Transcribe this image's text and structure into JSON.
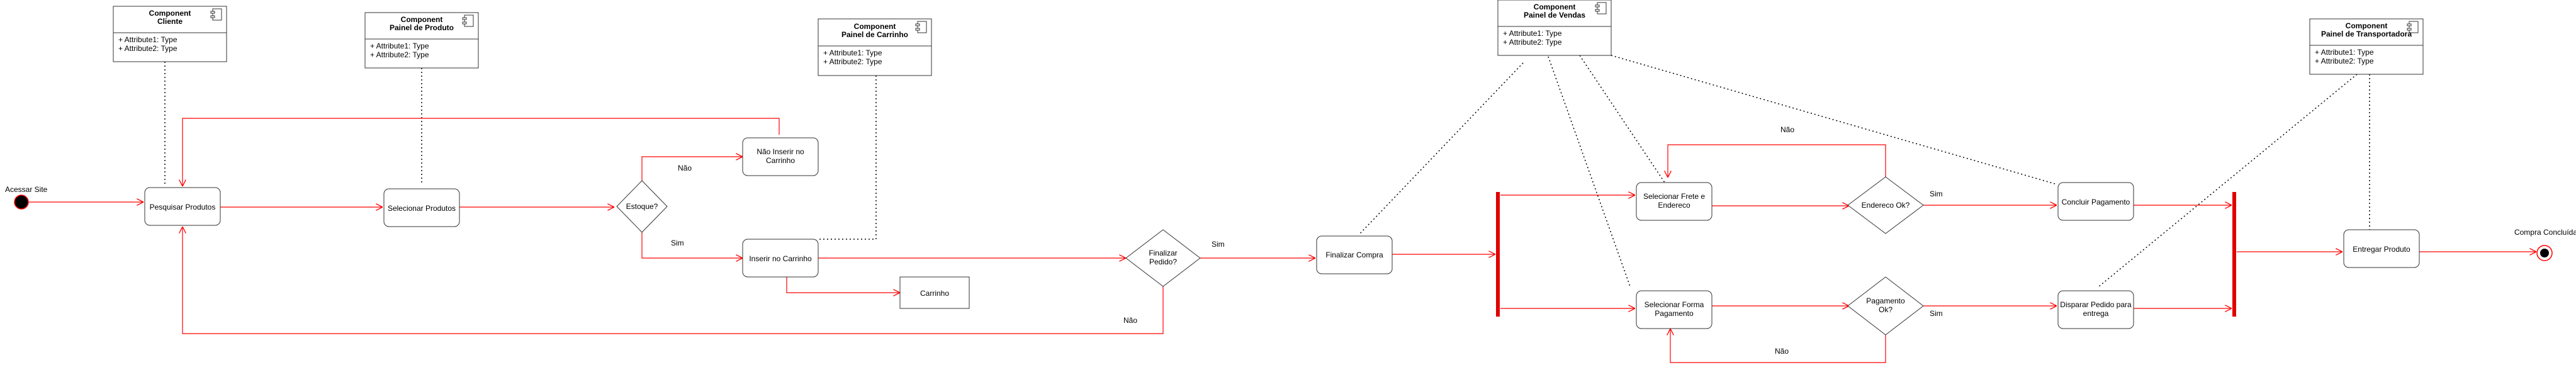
{
  "components": [
    {
      "id": "cliente",
      "kind": "Component",
      "name": "Cliente",
      "attrs": [
        "+ Attribute1: Type",
        "+ Attribute2: Type"
      ]
    },
    {
      "id": "produto",
      "kind": "Component",
      "name": "Painel de Produto",
      "attrs": [
        "+ Attribute1: Type",
        "+ Attribute2: Type"
      ]
    },
    {
      "id": "carrinho",
      "kind": "Component",
      "name": "Painel de Carrinho",
      "attrs": [
        "+ Attribute1: Type",
        "+ Attribute2: Type"
      ]
    },
    {
      "id": "vendas",
      "kind": "Component",
      "name": "Painel de Vendas",
      "attrs": [
        "+ Attribute1: Type",
        "+ Attribute2: Type"
      ]
    },
    {
      "id": "transp",
      "kind": "Component",
      "name": "Painel de Transportadora",
      "attrs": [
        "+ Attribute1: Type",
        "+ Attribute2: Type"
      ]
    }
  ],
  "start": {
    "label": "Acessar Site"
  },
  "end": {
    "label": "Compra Concluída"
  },
  "activities": [
    {
      "id": "pesquisar",
      "label": [
        "Pesquisar Produtos"
      ]
    },
    {
      "id": "selecionar",
      "label": [
        "Selecionar Produtos"
      ]
    },
    {
      "id": "nao_inserir",
      "label": [
        "Não Inserir no",
        "Carrinho"
      ]
    },
    {
      "id": "inserir",
      "label": [
        "Inserir no Carrinho"
      ]
    },
    {
      "id": "finalizar",
      "label": [
        "Finalizar Compra"
      ]
    },
    {
      "id": "frete",
      "label": [
        "Selecionar Frete e",
        "Endereco"
      ]
    },
    {
      "id": "pagamento",
      "label": [
        "Selecionar Forma",
        "Pagamento"
      ]
    },
    {
      "id": "concluir",
      "label": [
        "Concluir Pagamento"
      ]
    },
    {
      "id": "disparar",
      "label": [
        "Disparar Pedido para",
        "entrega"
      ]
    },
    {
      "id": "entregar",
      "label": [
        "Entregar Produto"
      ]
    }
  ],
  "object": {
    "id": "carrinho_obj",
    "label": "Carrinho"
  },
  "decisions": [
    {
      "id": "estoque",
      "label": [
        "Estoque?"
      ]
    },
    {
      "id": "finalizar_q",
      "label": [
        "Finalizar",
        "Pedido?"
      ]
    },
    {
      "id": "endereco_q",
      "label": [
        "Endereco Ok?"
      ]
    },
    {
      "id": "pagamento_q",
      "label": [
        "Pagamento",
        "Ok?"
      ]
    }
  ],
  "edge_labels": {
    "estoque_nao": "Não",
    "estoque_sim": "Sim",
    "finalizar_sim": "Sim",
    "finalizar_nao": "Não",
    "endereco_nao": "Não",
    "endereco_sim": "Sim",
    "pagamento_sim": "Sim",
    "pagamento_nao": "Não"
  },
  "colors": {
    "flow": "#ff0000",
    "fork_bar": "#e00000",
    "node_border": "#333333",
    "initial": "#000000",
    "final_ring": "#ff0000"
  }
}
